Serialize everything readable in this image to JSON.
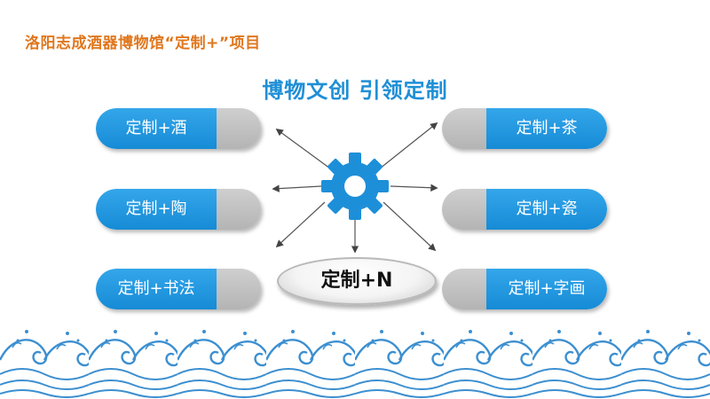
{
  "header": {
    "title": "洛阳志成酒器博物馆“定制+”项目"
  },
  "main": {
    "title": "博物文创 引领定制"
  },
  "nodes": {
    "left": [
      "定制+酒",
      "定制+陶",
      "定制+书法"
    ],
    "right": [
      "定制+茶",
      "定制+瓷",
      "定制+字画"
    ],
    "center": "定制+N"
  },
  "icons": {
    "hub": "gear-icon",
    "footer": "ocean-waves-decoration"
  },
  "colors": {
    "accent_orange": "#e0761c",
    "accent_blue": "#1f8fd6",
    "pill_gray": "#c0c0c0",
    "gear_blue": "#1d8fd9",
    "wave_blue": "#3c8fd0"
  }
}
